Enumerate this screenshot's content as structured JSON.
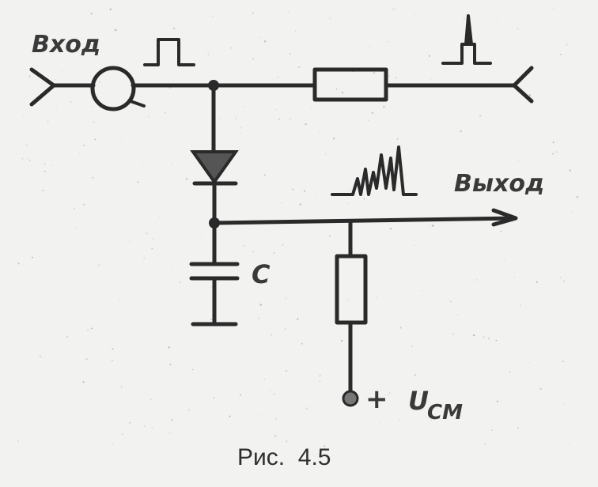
{
  "diagram": {
    "input_label": "Вход",
    "output_label": "Выход",
    "capacitor_label": "C",
    "supply_plus": "+",
    "supply_label": "U",
    "supply_subscript": "СМ",
    "caption": "Рис.  4.5"
  },
  "colors": {
    "ink": "#2a2a2a",
    "paper": "#f2f2f0",
    "diode_fill": "#555555",
    "terminal_fill": "#777777"
  }
}
